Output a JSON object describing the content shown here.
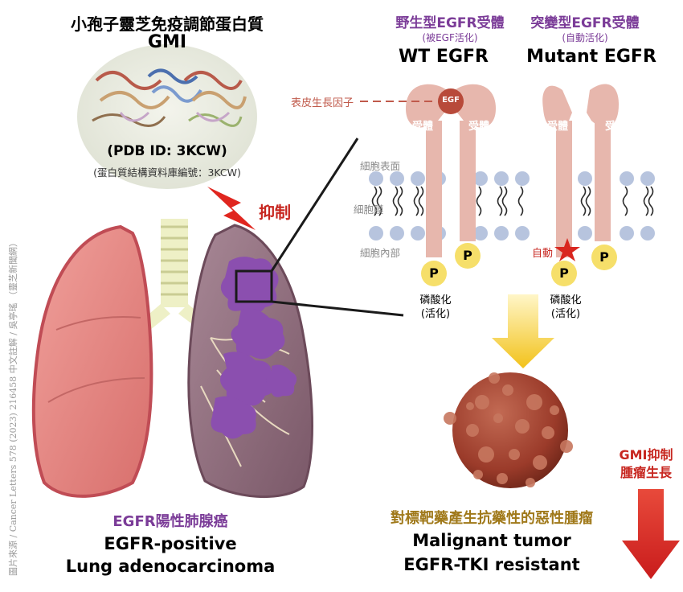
{
  "gmi": {
    "title_zh": "小孢子靈芝免疫調節蛋白質",
    "title_en": "GMI",
    "pdb_id": "(PDB ID: 3KCW)",
    "pdb_zh": "(蛋白質結構資料庫編號：3KCW)"
  },
  "inhibit_label": "抑制",
  "wt": {
    "title_zh": "野生型EGFR受體",
    "sub_zh": "(被EGF活化)",
    "title_en": "WT EGFR"
  },
  "mutant": {
    "title_zh": "突變型EGFR受體",
    "sub_zh": "(自動活化)",
    "title_en": "Mutant EGFR"
  },
  "membrane_labels": {
    "egf_factor": "表皮生長因子",
    "egf": "EGF",
    "receptor": "受體",
    "cell_surface": "細胞表面",
    "cell_membrane": "細胞膜",
    "cell_interior": "細胞內部",
    "auto": "自動",
    "phospho": "P",
    "phosphorylation": "磷酸化",
    "activation": "(活化)"
  },
  "lung": {
    "label_zh": "EGFR陽性肺腺癌",
    "label_en_1": "EGFR-positive",
    "label_en_2": "Lung adenocarcinoma"
  },
  "tumor": {
    "label_zh": "對標靶藥產生抗藥性的惡性腫瘤",
    "label_en_1": "Malignant tumor",
    "label_en_2": "EGFR-TKI resistant"
  },
  "gmi_inhibit": {
    "line1": "GMI抑制",
    "line2": "腫瘤生長"
  },
  "credit": "圖片來源 / Cancer Letters 578 (2023) 216458     中文註解 / 吳亭瑤 （靈芝新聞網）",
  "colors": {
    "purple": "#7b3c98",
    "red": "#c7261f",
    "gold": "#a0791a",
    "receptor": "#e7b7ad",
    "phospho": "#f6df6a",
    "membrane_ball": "#b7c4de",
    "tumor": "#9b3b2a",
    "lung_left": "#e38a86",
    "lung_right": "#8f6d7d"
  }
}
